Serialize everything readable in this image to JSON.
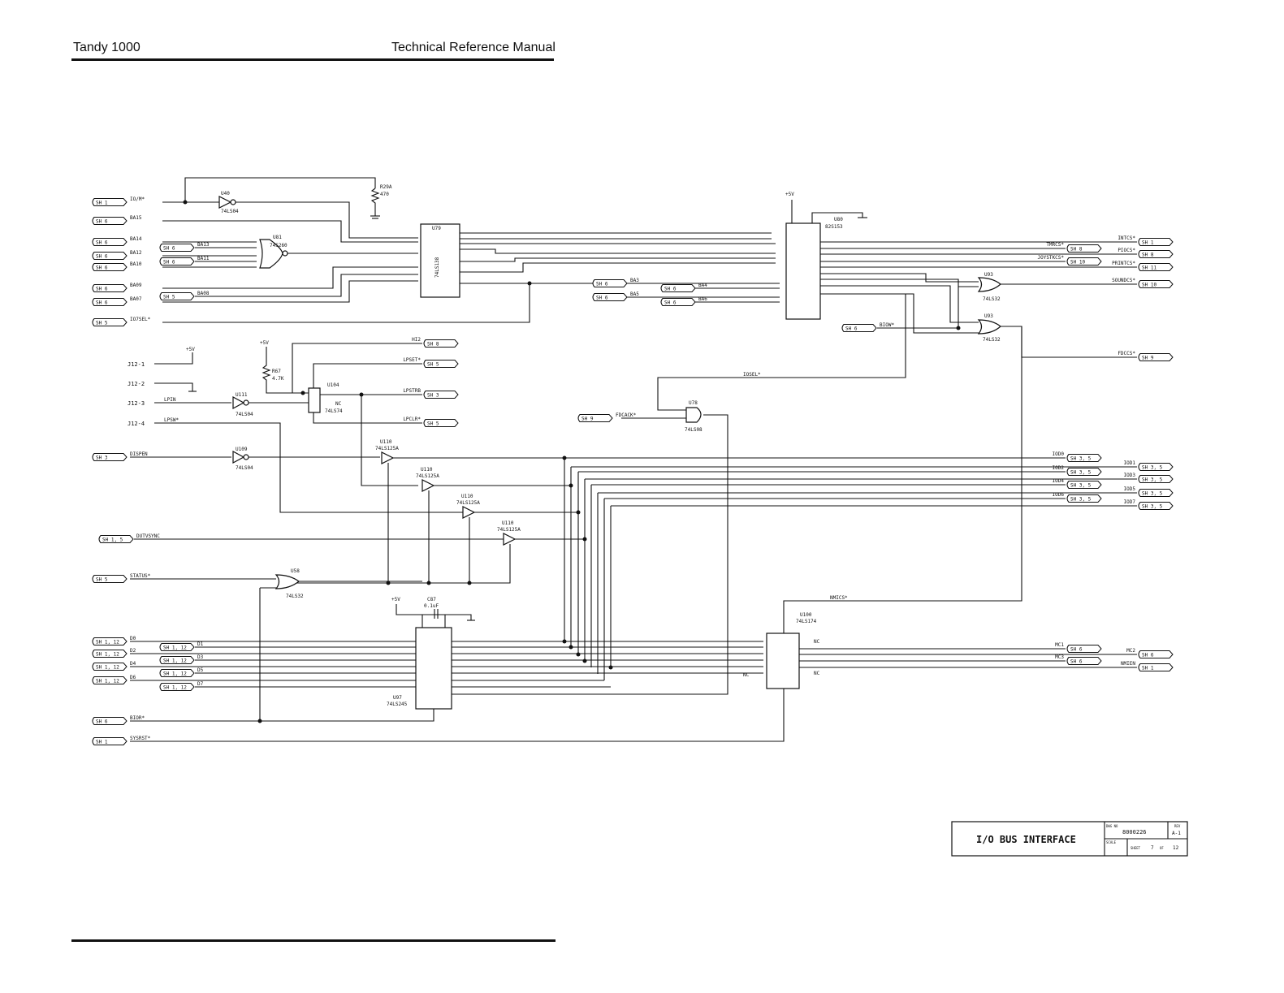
{
  "header": {
    "left": "Tandy 1000",
    "right": "Technical Reference Manual"
  },
  "offsheet": [
    {
      "sheet": "SH 1",
      "signal": "IO/M*"
    },
    {
      "sheet": "SH 6",
      "signal": "BA15"
    },
    {
      "sheet": "SH 6",
      "signal": "BA14"
    },
    {
      "sheet": "SH 6",
      "signal": "BA12"
    },
    {
      "sheet": "SH 6",
      "signal": "BA10"
    },
    {
      "sheet": "SH 6",
      "signal": "BA09"
    },
    {
      "sheet": "SH 6",
      "signal": "BA07"
    },
    {
      "sheet": "SH 5",
      "signal": "IO7SEL*"
    },
    {
      "sheet": "SH 6",
      "signal": "BA13"
    },
    {
      "sheet": "SH 6",
      "signal": "BA11"
    },
    {
      "sheet": "SH 5",
      "signal": "BA08"
    },
    {
      "sheet": "SH 3",
      "signal": "DISPEN"
    },
    {
      "sheet": "SH 1, 5",
      "signal": "DUTVSYNC"
    },
    {
      "sheet": "SH 5",
      "signal": "STATUS*"
    },
    {
      "sheet": "SH 1, 12",
      "signal": "D0"
    },
    {
      "sheet": "SH 1, 12",
      "signal": "D2"
    },
    {
      "sheet": "SH 1, 12",
      "signal": "D4"
    },
    {
      "sheet": "SH 1, 12",
      "signal": "D6"
    },
    {
      "sheet": "SH 1, 12",
      "signal": "D1"
    },
    {
      "sheet": "SH 1, 12",
      "signal": "D3"
    },
    {
      "sheet": "SH 1, 12",
      "signal": "D5"
    },
    {
      "sheet": "SH 1, 12",
      "signal": "D7"
    },
    {
      "sheet": "SH 6",
      "signal": "BIOR*"
    },
    {
      "sheet": "SH 1",
      "signal": "SYSRST*"
    },
    {
      "sheet": "SH 8",
      "signal": "HI2"
    },
    {
      "sheet": "SH 5",
      "signal": "LPSET*"
    },
    {
      "sheet": "SH 3",
      "signal": "LPSTRB"
    },
    {
      "sheet": "SH 5",
      "signal": "LPCLR*"
    },
    {
      "sheet": "SH 9",
      "signal": "FDCACK*"
    },
    {
      "sheet": "SH 6",
      "signal": "BA3"
    },
    {
      "sheet": "SH 6",
      "signal": "BA5"
    },
    {
      "sheet": "SH 6",
      "signal": "BA4"
    },
    {
      "sheet": "SH 6",
      "signal": "BA6"
    },
    {
      "sheet": "SH 6",
      "signal": "BIOW*"
    },
    {
      "sheet": "SH 1",
      "signal": "INTCS*"
    },
    {
      "sheet": "SH 8",
      "signal": "TMRCS*"
    },
    {
      "sheet": "SH 8",
      "signal": "PIOCS*"
    },
    {
      "sheet": "SH 10",
      "signal": "JOYSTKCS*"
    },
    {
      "sheet": "SH 11",
      "signal": "PRINTCS*"
    },
    {
      "sheet": "SH 10",
      "signal": "SOUNDCS*"
    },
    {
      "sheet": "SH 9",
      "signal": "FDCCS*"
    },
    {
      "sheet": "SH 3, 5",
      "signal": "IOD0"
    },
    {
      "sheet": "SH 3, 5",
      "signal": "IOD2"
    },
    {
      "sheet": "SH 3, 5",
      "signal": "IOD4"
    },
    {
      "sheet": "SH 3, 5",
      "signal": "IOD6"
    },
    {
      "sheet": "SH 3, 5",
      "signal": "IOD1"
    },
    {
      "sheet": "SH 3, 5",
      "signal": "IOD3"
    },
    {
      "sheet": "SH 3, 5",
      "signal": "IOD5"
    },
    {
      "sheet": "SH 3, 5",
      "signal": "IOD7"
    },
    {
      "sheet": "SH 6",
      "signal": "MC1"
    },
    {
      "sheet": "SH 6",
      "signal": "MC3"
    },
    {
      "sheet": "SH 6",
      "signal": "MC2"
    },
    {
      "sheet": "SH 1",
      "signal": "NMIEN"
    }
  ],
  "jack": [
    "J12-1",
    "J12-2",
    "J12-3",
    "J12-4"
  ],
  "jack_signals": [
    "LPIN",
    "LPSW*"
  ],
  "nets": [
    "IOSEL*",
    "NMICS*"
  ],
  "parts": [
    {
      "ref": "U40",
      "type": "74LS04"
    },
    {
      "ref": "U81",
      "type": "74S260"
    },
    {
      "ref": "U79",
      "type": "74LS138"
    },
    {
      "ref": "U80",
      "type": "82S153"
    },
    {
      "ref": "U93",
      "type": "74LS32"
    },
    {
      "ref": "U111",
      "type": "74LS04"
    },
    {
      "ref": "U104",
      "type": "74LS74"
    },
    {
      "ref": "U78",
      "type": "74LS08"
    },
    {
      "ref": "U109",
      "type": "74LS04"
    },
    {
      "ref": "U110",
      "type": "74LS125A"
    },
    {
      "ref": "U58",
      "type": "74LS32"
    },
    {
      "ref": "U97",
      "type": "74LS245"
    },
    {
      "ref": "U100",
      "type": "74LS174"
    },
    {
      "ref": "R29A",
      "type": "470"
    },
    {
      "ref": "R67",
      "type": "4.7K"
    },
    {
      "ref": "C87",
      "type": "0.1uF"
    }
  ],
  "supply": "+5V",
  "nc": "NC",
  "title_block": {
    "title": "I/O BUS INTERFACE",
    "dwg_no_label": "DWG NO",
    "dwg_no": "8000226",
    "rev_label": "REV",
    "rev": "A-1",
    "scale_label": "SCALE",
    "sheet_label": "SHEET",
    "sheet": "7",
    "of_label": "OF",
    "of": "12"
  }
}
